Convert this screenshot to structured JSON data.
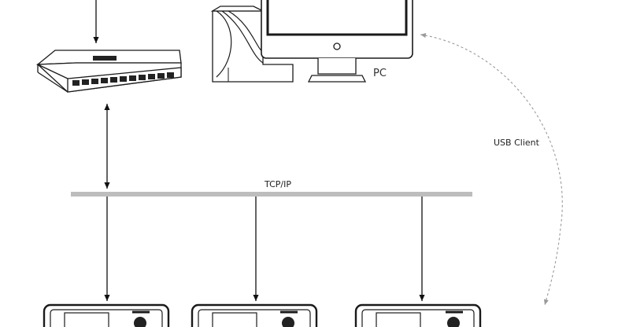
{
  "diagram": {
    "pc_label": "PC",
    "network_label": "TCP/IP",
    "usb_label": "USB Client",
    "colors": {
      "line": "#111111",
      "bus": "#bdbdbd",
      "usb_dash": "#9a9a9a",
      "stroke": "#1a1a1a"
    },
    "icons": [
      "network-switch-icon",
      "pc-tower-icon",
      "monitor-icon",
      "terminal-device-icon"
    ]
  }
}
